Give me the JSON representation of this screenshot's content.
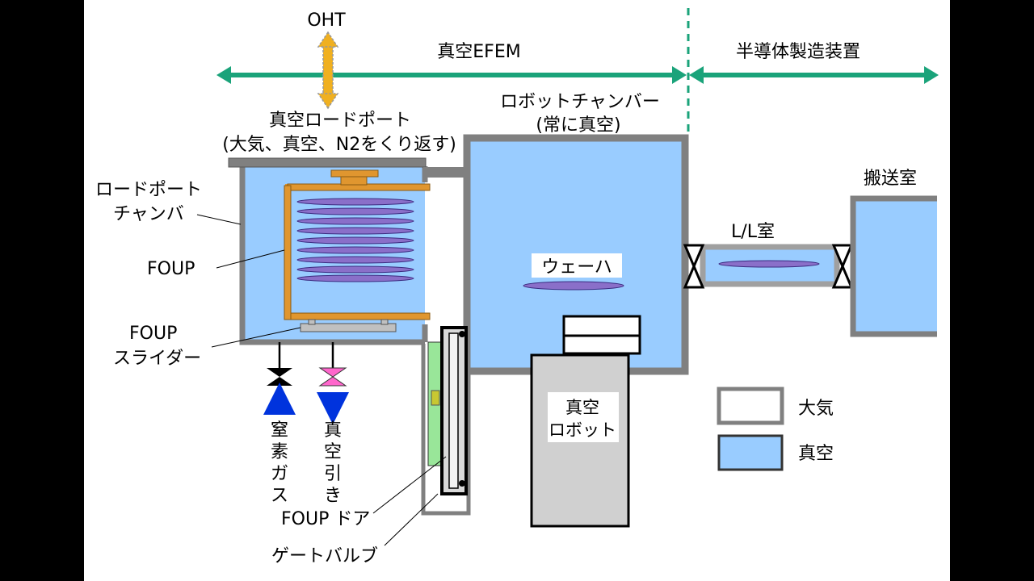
{
  "diagram": {
    "oht": "OHT",
    "vacuum_efem": "真空EFEM",
    "semiconductor_equipment": "半導体製造装置",
    "vacuum_load_port": "真空ロードポート",
    "vacuum_load_port_note": "(大気、真空、N2をくり返す)",
    "robot_chamber": "ロボットチャンバー",
    "robot_chamber_note": "(常に真空)",
    "transfer_room": "搬送室",
    "load_lock": "L/L室",
    "load_port_chamber_line1": "ロードポート",
    "load_port_chamber_line2": "チャンバ",
    "foup": "FOUP",
    "wafer": "ウェーハ",
    "foup_slider_line1": "FOUP",
    "foup_slider_line2": "スライダー",
    "nitrogen_gas": "窒素ガス",
    "vacuum_pumping": "真空引き",
    "vacuum_robot_line1": "真空",
    "vacuum_robot_line2": "ロボット",
    "foup_door": "FOUP ドア",
    "gate_valve": "ゲートバルブ"
  },
  "legend": {
    "atmosphere": "大気",
    "vacuum": "真空"
  },
  "colors": {
    "vacuum_fill": "#99ccff",
    "wall": "#808080",
    "foup_frame": "#e0962f",
    "wafer": "#8a6fc9",
    "arrow_green": "#1aa37a",
    "oht_arrow": "#f0b020",
    "nitrogen_arrow": "#0033dd",
    "valve_pink": "#ff66cc"
  }
}
